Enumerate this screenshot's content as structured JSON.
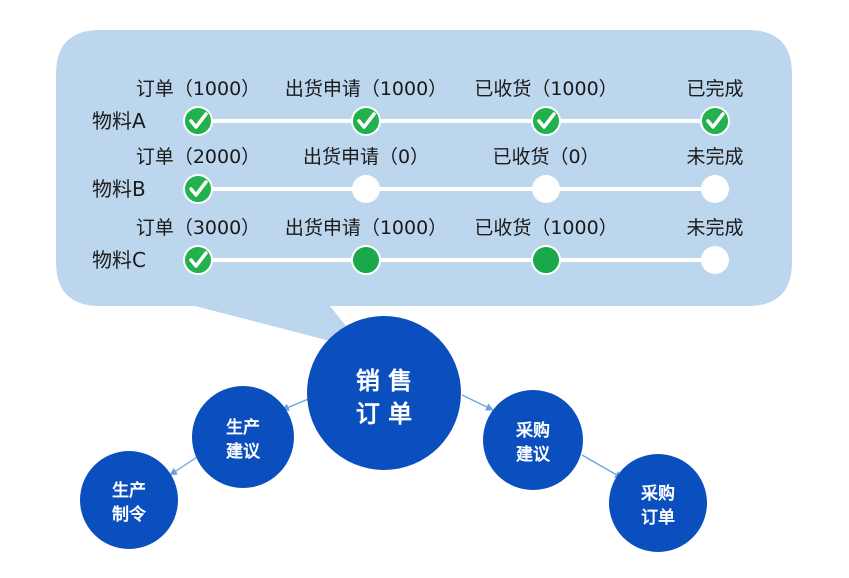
{
  "materials": [
    {
      "name": "物料A",
      "stages": [
        {
          "label": "订单（1000）",
          "status": "done"
        },
        {
          "label": "出货申请（1000）",
          "status": "done"
        },
        {
          "label": "已收货（1000）",
          "status": "done"
        },
        {
          "label": "已完成",
          "status": "done"
        }
      ]
    },
    {
      "name": "物料B",
      "stages": [
        {
          "label": "订单（2000）",
          "status": "done"
        },
        {
          "label": "出货申请（0）",
          "status": "empty"
        },
        {
          "label": "已收货（0）",
          "status": "empty"
        },
        {
          "label": "未完成",
          "status": "empty"
        }
      ]
    },
    {
      "name": "物料C",
      "stages": [
        {
          "label": "订单（3000）",
          "status": "done"
        },
        {
          "label": "出货申请（1000）",
          "status": "filled"
        },
        {
          "label": "已收货（1000）",
          "status": "filled"
        },
        {
          "label": "未完成",
          "status": "empty"
        }
      ]
    }
  ],
  "flow_nodes": {
    "sales_order": {
      "line1": "销 售",
      "line2": "订 单"
    },
    "production_suggestion": {
      "line1": "生产",
      "line2": "建议"
    },
    "production_order": {
      "line1": "生产",
      "line2": "制令"
    },
    "purchase_suggestion": {
      "line1": "采购",
      "line2": "建议"
    },
    "purchase_order": {
      "line1": "采购",
      "line2": "订单"
    }
  },
  "colors": {
    "bubble": "#bcd6ee",
    "node": "#0b4fbf",
    "done": "#22b14c",
    "filled": "#1aa84a",
    "empty": "#ffffff",
    "track": "#ffffff",
    "arrow": "#6fa3d6"
  }
}
